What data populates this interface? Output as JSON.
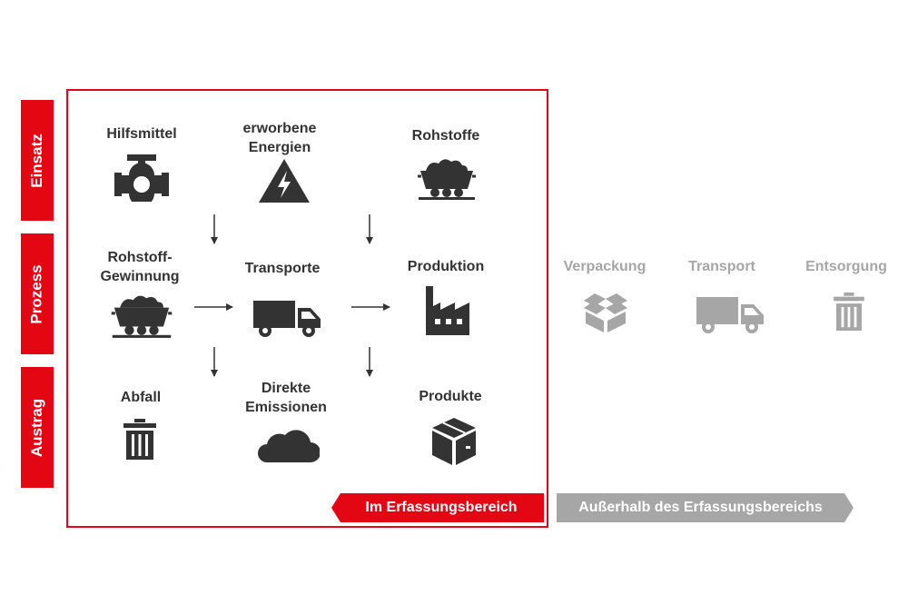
{
  "rows": {
    "einsatz": "Einsatz",
    "prozess": "Prozess",
    "austrag": "Austrag"
  },
  "nodes": {
    "hilfsmittel": "Hilfsmittel",
    "energien": "erworbene\nEnergien",
    "rohstoffe": "Rohstoffe",
    "gewinnung": "Rohstoff-\nGewinnung",
    "transporte": "Transporte",
    "produktion": "Produktion",
    "abfall": "Abfall",
    "emissionen": "Direkte\nEmissionen",
    "produkte": "Produkte",
    "verpackung": "Verpackung",
    "transport": "Transport",
    "entsorgung": "Entsorgung"
  },
  "banners": {
    "inside": "Im Erfassungsbereich",
    "outside": "Außerhalb des Erfassungsbereichs"
  },
  "colors": {
    "accent": "#e30613",
    "dark": "#333333",
    "grey": "#a6a6a6"
  }
}
